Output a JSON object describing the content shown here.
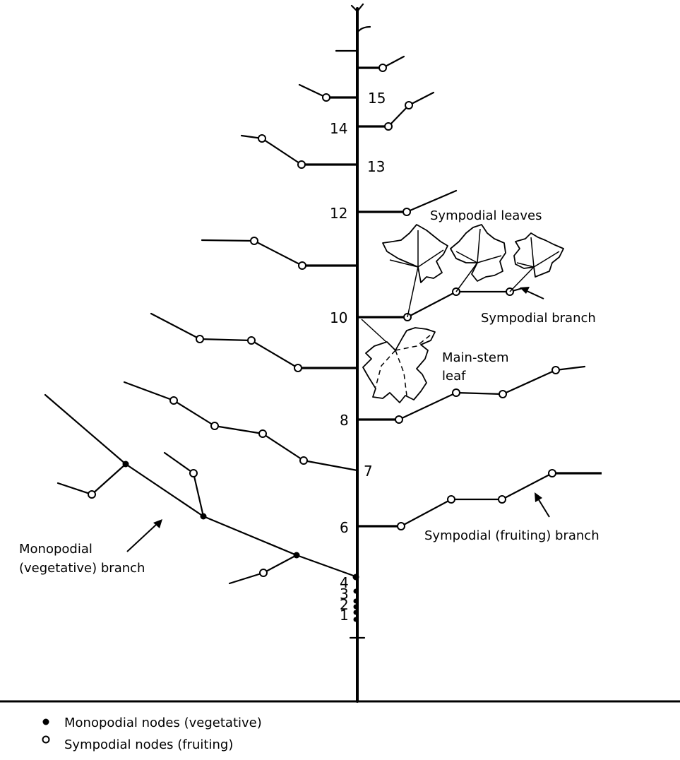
{
  "node_numbers": [
    "1",
    "2",
    "3",
    "4",
    "6",
    "7",
    "8",
    "10",
    "12",
    "13",
    "14",
    "15"
  ],
  "labels": {
    "sympodial_leaves": "Sympodial leaves",
    "sympodial_branch": "Sympodial branch",
    "main_stem_leaf_line1": "Main-stem",
    "main_stem_leaf_line2": "leaf",
    "sympodial_fruiting_branch": "Sympodial (fruiting) branch",
    "monopodial_line1": "Monopodial",
    "monopodial_line2": "(vegetative) branch"
  },
  "legend": {
    "monopodial": "Monopodial nodes (vegetative)",
    "sympodial": "Sympodial nodes (fruiting)"
  }
}
